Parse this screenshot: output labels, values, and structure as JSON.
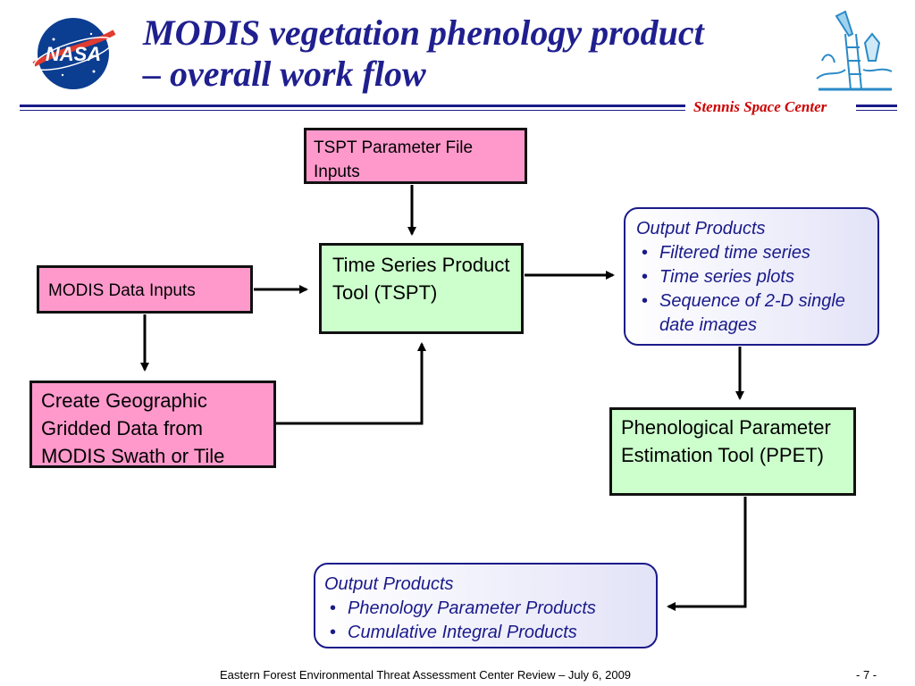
{
  "title_line1": "MODIS vegetation phenology product",
  "title_line2": "– overall work flow",
  "center_name": "Stennis Space Center",
  "boxes": {
    "tspt_inputs": "TSPT Parameter File Inputs",
    "modis_inputs": "MODIS Data Inputs",
    "tspt_tool": "Time Series Product Tool (TSPT)",
    "create_grid": "Create Geographic Gridded Data from MODIS Swath or Tile",
    "ppet": "Phenological Parameter Estimation Tool (PPET)"
  },
  "output1": {
    "heading": "Output Products",
    "items": [
      "Filtered time series",
      "Time series plots",
      "Sequence of 2-D single date images"
    ]
  },
  "output2": {
    "heading": "Output Products",
    "items": [
      "Phenology Parameter Products",
      "Cumulative Integral Products"
    ]
  },
  "footer_text": "Eastern Forest Environmental Threat Assessment Center Review – July 6, 2009",
  "page_number": "- 7 -",
  "logo_text": "NASA",
  "colors": {
    "title": "#1f1f8f",
    "center_label": "#cc0000",
    "pink_box": "#ff99cc",
    "green_box": "#ccffcc",
    "output_border": "#1a1a8a"
  }
}
